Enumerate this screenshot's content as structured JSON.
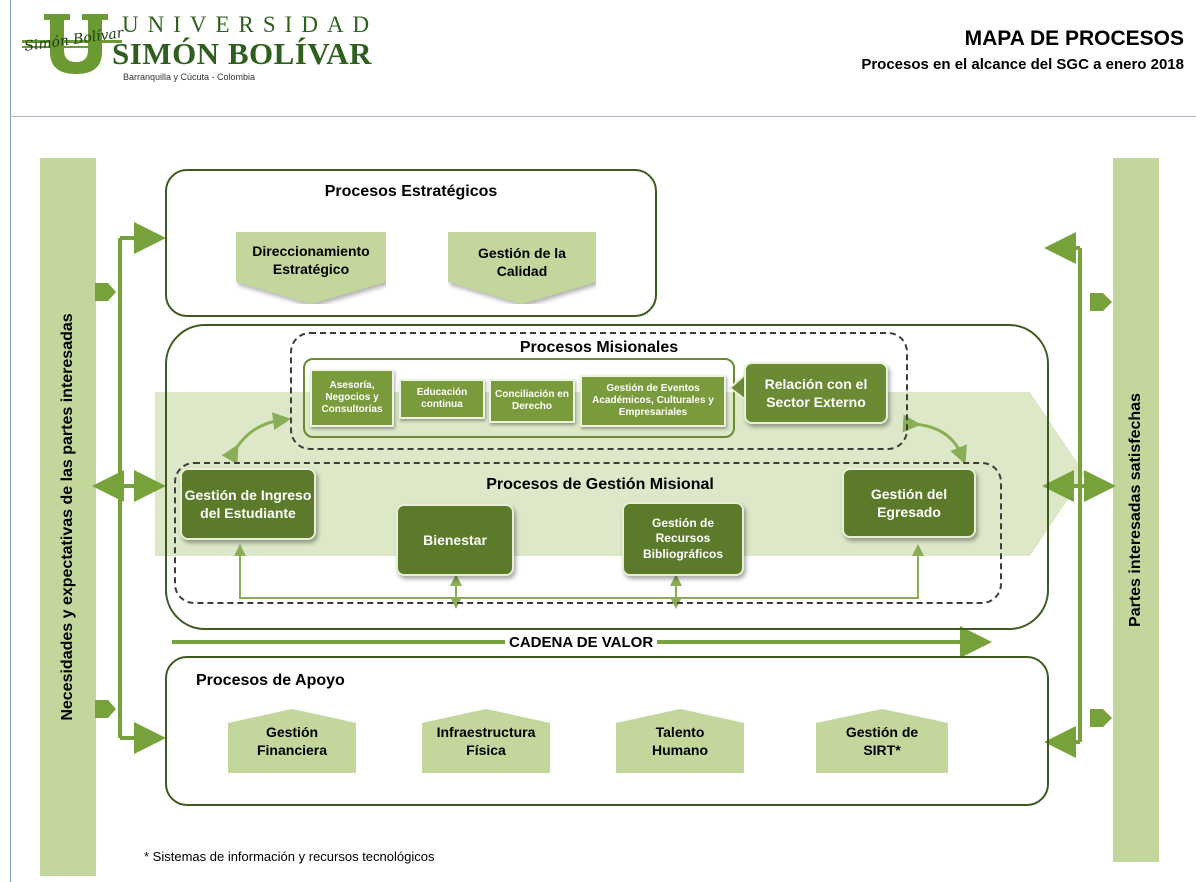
{
  "header": {
    "logo_univ": "UNIVERSIDAD",
    "logo_name": "SIMÓN BOLÍVAR",
    "logo_city": "Barranquilla  y Cúcuta  - Colombia",
    "logo_script": "Simón Bolívar",
    "title": "MAPA DE PROCESOS",
    "subtitle": "Procesos en el alcance del SGC a enero 2018"
  },
  "left_bar": {
    "text": "Necesidades y expectativas de las partes interesadas"
  },
  "right_bar": {
    "text": "Partes interesadas satisfechas"
  },
  "estrategicos": {
    "title": "Procesos Estratégicos",
    "items": [
      "Direccionamiento Estratégico",
      "Gestión de la Calidad"
    ]
  },
  "misionales": {
    "title": "Procesos  Misionales",
    "items": [
      "Asesoría, Negocios y Consultorías",
      "Educación continua",
      "Conciliación en Derecho",
      "Gestión de Eventos Académicos, Culturales y Empresariales"
    ],
    "callout": "Relación con el Sector Externo"
  },
  "gestion_misional": {
    "title": "Procesos  de  Gestión Misional",
    "items": [
      "Gestión de Ingreso del Estudiante",
      "Bienestar",
      "Gestión de Recursos Bibliográficos",
      "Gestión del Egresado"
    ]
  },
  "cadena": {
    "label": "CADENA DE VALOR"
  },
  "apoyo": {
    "title": "Procesos de Apoyo",
    "items": [
      "Gestión Financiera",
      "Infraestructura Física",
      "Talento Humano",
      "Gestión de SIRT*"
    ]
  },
  "footnote": "* Sistemas de información y recursos tecnológicos",
  "colors": {
    "light_green": "#c3d69b",
    "mid_green": "#7a9b3c",
    "dark_green": "#3d5a1f",
    "arrow_green": "#77a13b"
  }
}
